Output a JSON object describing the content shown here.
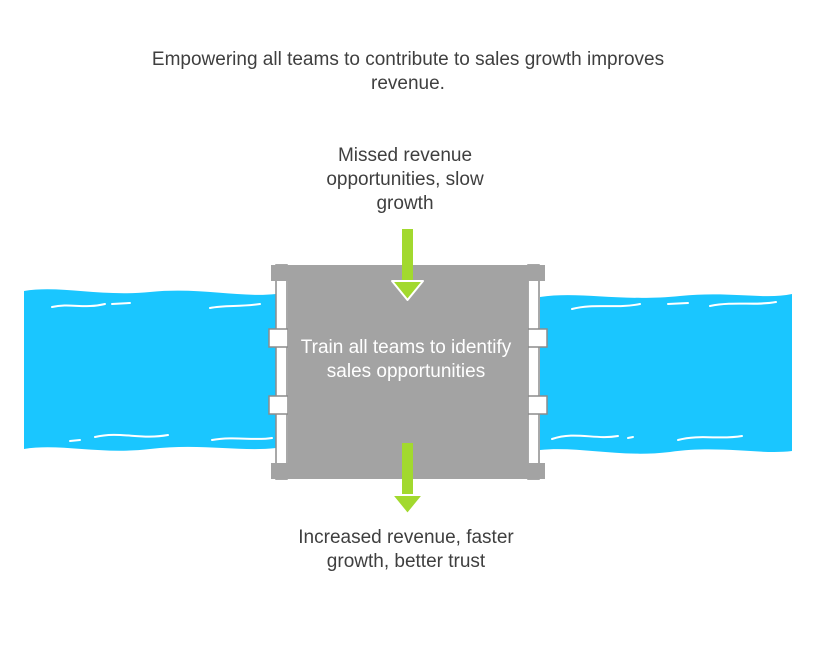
{
  "diagram": {
    "headline": "Empowering all teams to contribute to sales growth improves revenue.",
    "input_label": "Missed revenue opportunities, slow growth",
    "action_label": "Train all teams to identify sales opportunities",
    "output_label": "Increased revenue, faster growth, better trust",
    "colors": {
      "water": "#1AC6FF",
      "gate": "#A3A3A3",
      "gate_edge": "#8C8C8C",
      "arrow": "#A2D92E",
      "text": "#3F3F3F",
      "gate_text": "#FFFFFF"
    }
  }
}
